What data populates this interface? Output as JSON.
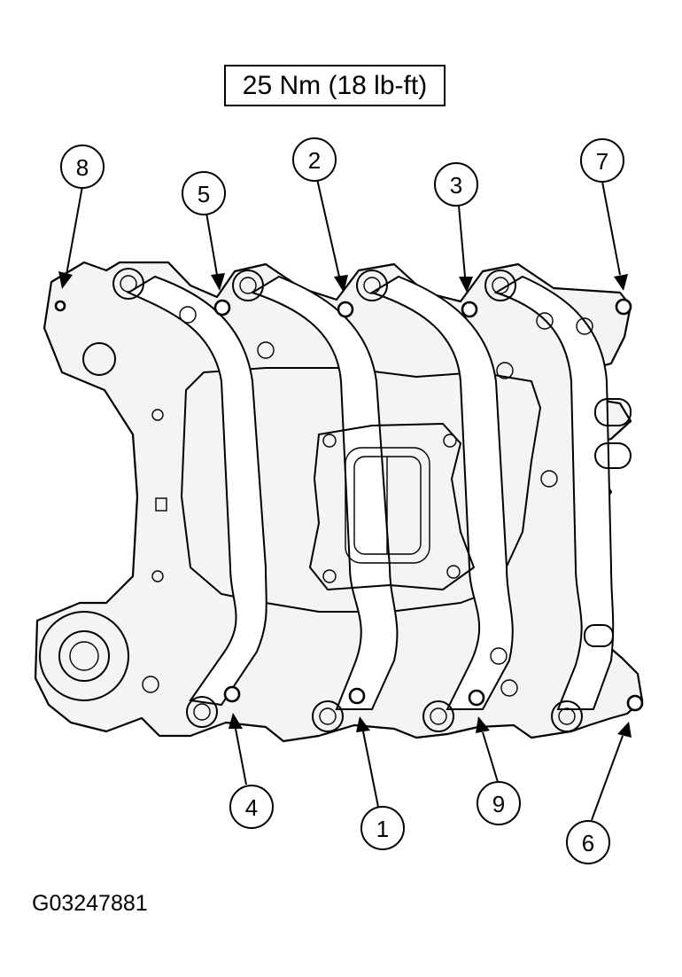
{
  "header": {
    "torque_spec": "25 Nm (18 lb-ft)"
  },
  "figure": {
    "id": "G03247881"
  },
  "callouts": [
    "1",
    "2",
    "3",
    "4",
    "5",
    "6",
    "7",
    "8",
    "9"
  ]
}
